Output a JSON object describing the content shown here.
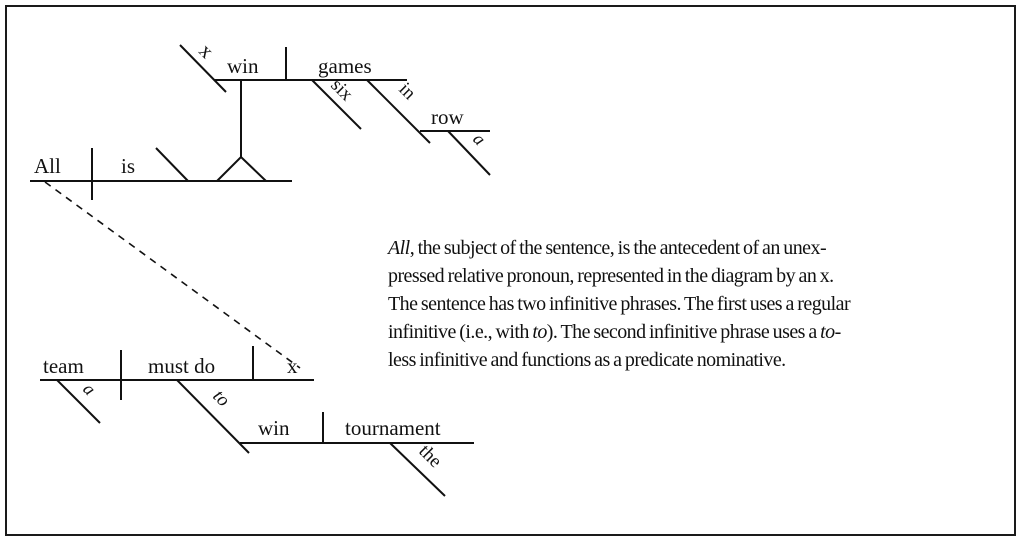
{
  "diagram": {
    "upper_clause": {
      "subject": "x",
      "verb": "win",
      "object": "games",
      "modifier_six": "six",
      "preposition": "in",
      "prep_object": "row",
      "article": "a"
    },
    "main_clause": {
      "subject": "All",
      "verb": "is"
    },
    "lower_clause": {
      "subject": "team",
      "article": "a",
      "verb": "must do",
      "object": "x",
      "infinitive_marker": "to",
      "inf_verb": "win",
      "inf_object": "tournament",
      "inf_article": "the"
    }
  },
  "explanation": {
    "line1_italic": "All",
    "line1_rest": ", the subject of the sentence, is the antecedent of an unex-",
    "line2": "pressed relative pronoun, represented in the diagram by an x.",
    "line3": "The sentence has two infinitive phrases. The first uses a regular",
    "line4_a": "infinitive (i.e., with ",
    "line4_italic": "to",
    "line4_b": "). The second infinitive phrase uses a ",
    "line4_italic2": "to-",
    "line5": "less infinitive and functions as a predicate nominative."
  }
}
